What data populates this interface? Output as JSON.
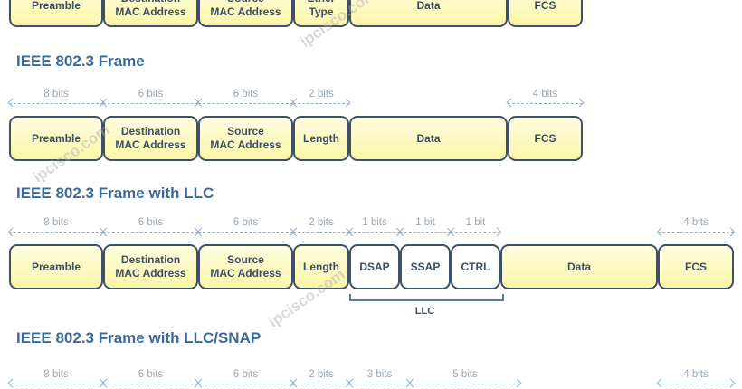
{
  "rows": [
    {
      "boxes": [
        "Preamble",
        "Destination\nMAC Address",
        "Source\nMAC Address",
        "Ether\nType",
        "Data",
        "FCS"
      ]
    },
    {
      "title": "IEEE 802.3 Frame",
      "bits": [
        "8 bits",
        "6 bits",
        "6 bits",
        "2 bits",
        "4 bits"
      ],
      "boxes": [
        "Preamble",
        "Destination\nMAC Address",
        "Source\nMAC Address",
        "Length",
        "Data",
        "FCS"
      ]
    },
    {
      "title": "IEEE 802.3 Frame with LLC",
      "bits": [
        "8 bits",
        "6 bits",
        "6 bits",
        "2 bits",
        "1 bits",
        "1 bit",
        "1 bit",
        "4 bits"
      ],
      "boxes": [
        "Preamble",
        "Destination\nMAC Address",
        "Source\nMAC Address",
        "Length",
        "DSAP",
        "SSAP",
        "CTRL",
        "Data",
        "FCS"
      ],
      "bracket": "LLC"
    },
    {
      "title": "IEEE 802.3 Frame with LLC/SNAP",
      "bits": [
        "8 bits",
        "6 bits",
        "6 bits",
        "2 bits",
        "3 bits",
        "5 bits",
        "4 bits"
      ]
    }
  ],
  "watermark": "ipcisco.com"
}
